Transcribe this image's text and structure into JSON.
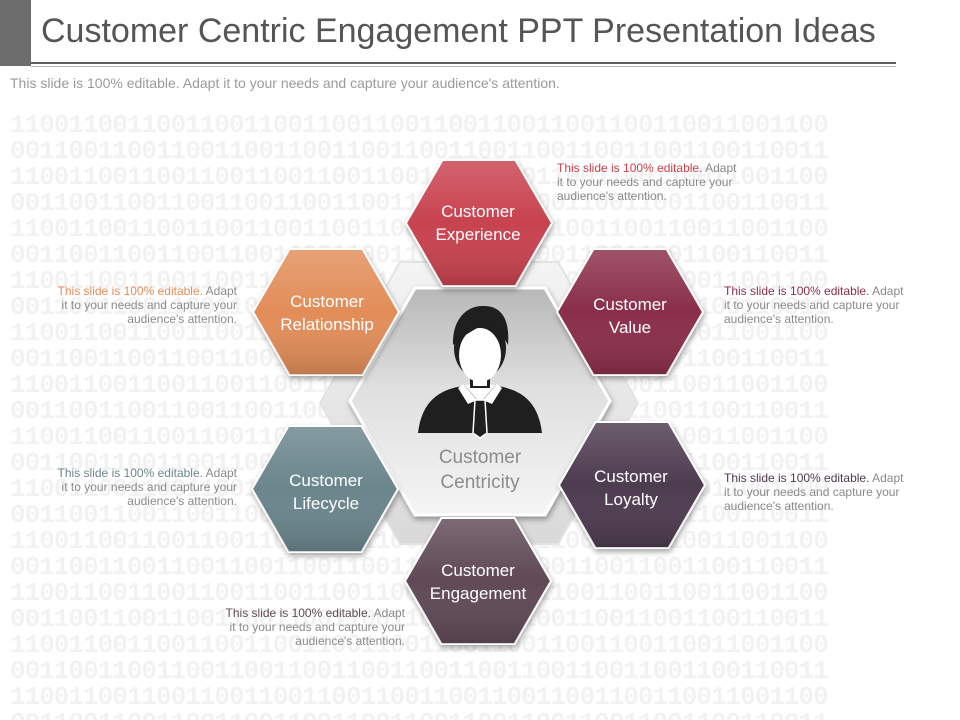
{
  "title": "Customer Centric Engagement PPT Presentation Ideas",
  "subtitle": "This slide is 100% editable. Adapt it to your needs and capture your audience's attention.",
  "background_pattern": "11001100110011001100110011001100110011001100110011001100",
  "center": {
    "label_line1": "Customer",
    "label_line2": "Centricity",
    "icon": "businessman-icon"
  },
  "hexagons": [
    {
      "id": "experience",
      "line1": "Customer",
      "line2": "Experience",
      "color": "#c8424f"
    },
    {
      "id": "value",
      "line1": "Customer",
      "line2": "Value",
      "color": "#8a2e48"
    },
    {
      "id": "loyalty",
      "line1": "Customer",
      "line2": "Loyalty",
      "color": "#4e3a4f"
    },
    {
      "id": "engagement",
      "line1": "Customer",
      "line2": "Engagement",
      "color": "#5e4a54"
    },
    {
      "id": "lifecycle",
      "line1": "Customer",
      "line2": "Lifecycle",
      "color": "#6b858c"
    },
    {
      "id": "relationship",
      "line1": "Customer",
      "line2": "Relationship",
      "color": "#e28d59"
    }
  ],
  "notes": [
    {
      "id": "experience",
      "highlight": "This slide is 100% editable.",
      "rest": " Adapt it to your needs and capture your audience's attention.",
      "color": "#c8424f"
    },
    {
      "id": "value",
      "highlight": "This slide is 100% editable.",
      "rest": " Adapt it to your needs and capture your audience's attention.",
      "color": "#8a2e48"
    },
    {
      "id": "loyalty",
      "highlight": "This slide is 100% editable.",
      "rest": " Adapt it to your needs and capture your audience's attention.",
      "color": "#4e3a4f"
    },
    {
      "id": "engagement",
      "highlight": "This slide is 100% editable.",
      "rest": " Adapt it to your needs and capture your audience's attention.",
      "color": "#5e4a54"
    },
    {
      "id": "lifecycle",
      "highlight": "This slide is 100% editable.",
      "rest": " Adapt it to your needs and capture your audience's attention.",
      "color": "#6b858c"
    },
    {
      "id": "relationship",
      "highlight": "This slide is 100% editable.",
      "rest": " Adapt it to your needs and capture your audience's attention.",
      "color": "#e28d59"
    }
  ]
}
